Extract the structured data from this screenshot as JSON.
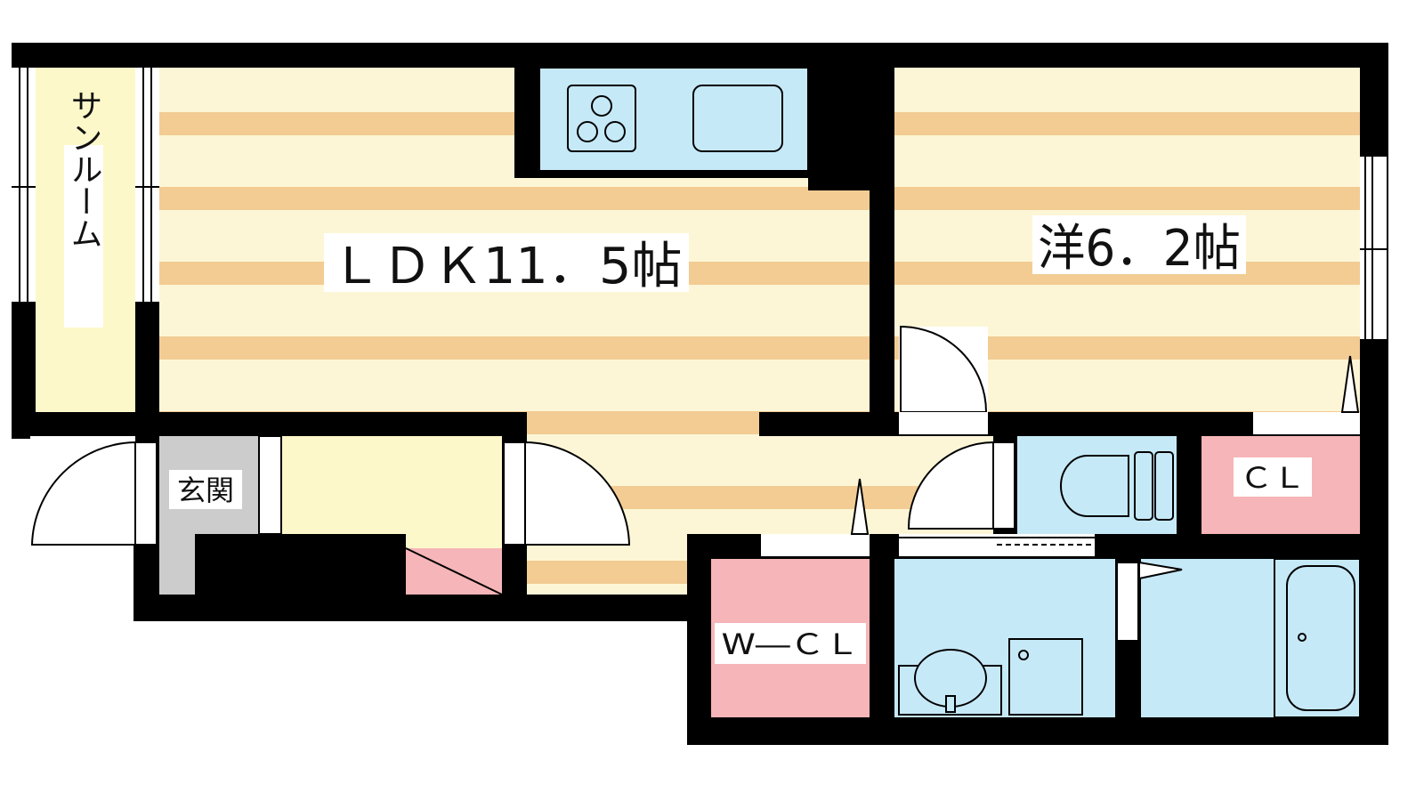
{
  "rooms": {
    "ldk": "ＬＤＫ11．5帖",
    "western": "洋6．2帖",
    "sunroom": "サンルーム",
    "genkan": "玄関",
    "wcl": "W―ＣＬ",
    "cl": "ＣＬ"
  },
  "colors": {
    "wall": "#000000",
    "floor_stripe": "#f2cc93",
    "floor_base": "#fdf6d6",
    "sunroom": "#fdf8c9",
    "wet_area": "#c6e9f8",
    "closet": "#f6b5b8",
    "entrance": "#cccccc"
  }
}
